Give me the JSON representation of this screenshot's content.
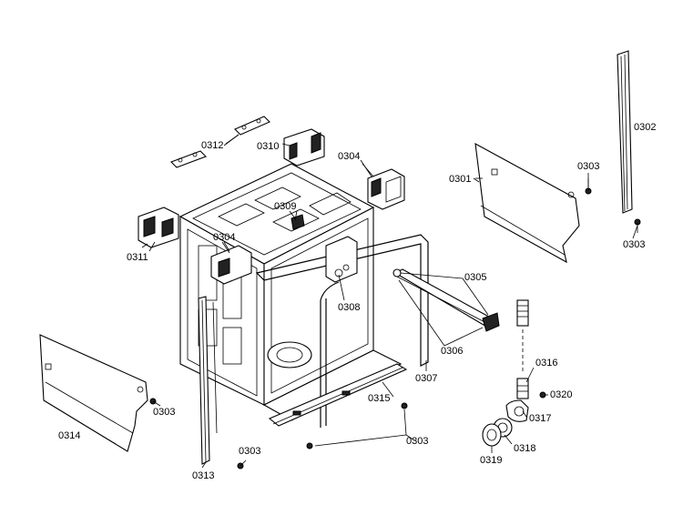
{
  "labels": {
    "p0312": "0312",
    "p0310": "0310",
    "p0304_top": "0304",
    "p0301": "0301",
    "p0303_a": "0303",
    "p0302": "0302",
    "p0303_b": "0303",
    "p0309": "0309",
    "p0304_mid": "0304",
    "p0311": "0311",
    "p0305": "0305",
    "p0308": "0308",
    "p0306": "0306",
    "p0307": "0307",
    "p0316": "0316",
    "p0320": "0320",
    "p0315": "0315",
    "p0317": "0317",
    "p0303_c": "0303",
    "p0314": "0314",
    "p0303_d": "0303",
    "p0318": "0318",
    "p0303_e": "0303",
    "p0319": "0319",
    "p0313": "0313"
  }
}
